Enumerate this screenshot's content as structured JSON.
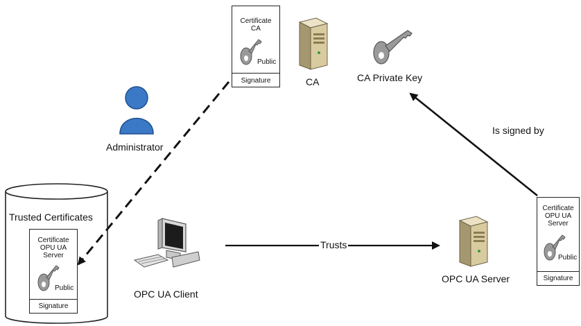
{
  "labels": {
    "ca": "CA",
    "ca_private_key": "CA Private Key",
    "administrator": "Administrator",
    "is_signed_by": "Is signed by",
    "trusts": "Trusts",
    "trusted_certificates": "Trusted Certificates",
    "opc_ua_client": "OPC UA Client",
    "opc_ua_server": "OPC UA Server"
  },
  "ca_certificate": {
    "title_line1": "Certificate",
    "title_line2": "CA",
    "key_label": "Public",
    "signature": "Signature"
  },
  "server_certificate": {
    "title_line1": "Certificate",
    "title_line2": "OPU UA",
    "title_line3": "Server",
    "key_label": "Public",
    "signature": "Signature"
  },
  "trusted_certificate": {
    "title_line1": "Certificate",
    "title_line2": "OPU UA",
    "title_line3": "Server",
    "key_label": "Public",
    "signature": "Signature"
  },
  "colors": {
    "server_body": "#d9cba0",
    "key_gray": "#9a9a9a",
    "admin_blue": "#3b79c6",
    "line": "#111111"
  }
}
